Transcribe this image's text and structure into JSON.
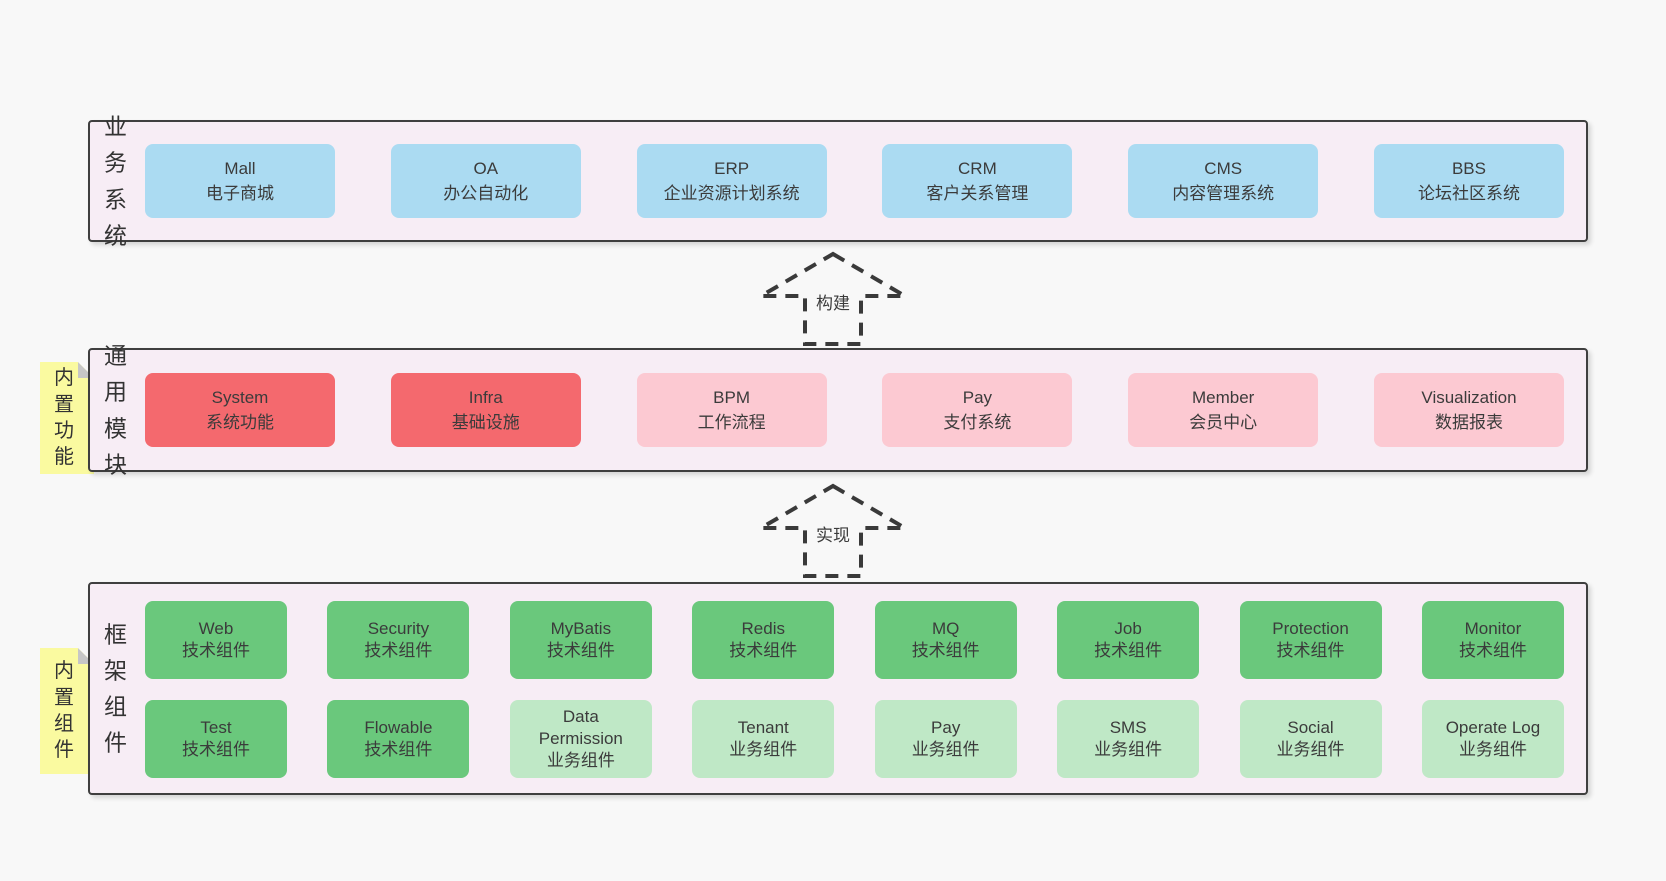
{
  "page": {
    "background": "#f8f8f8"
  },
  "colors": {
    "panel_bg": "#f7edf5",
    "panel_border": "#3f3f3f",
    "blue": "#abdbf2",
    "red": "#f4696e",
    "pink": "#fcc9d2",
    "tech_green": "#6ac87c",
    "biz_green": "#bfe8c6",
    "sticky_yellow": "#fafaa0",
    "fold_gray": "#c6c6c6",
    "text": "#3b3b3b"
  },
  "sections": {
    "business": {
      "label": "业务系统",
      "boxes": [
        {
          "name": "Mall",
          "desc": "电子商城",
          "variant": "blue"
        },
        {
          "name": "OA",
          "desc": "办公自动化",
          "variant": "blue"
        },
        {
          "name": "ERP",
          "desc": "企业资源计划系统",
          "variant": "blue"
        },
        {
          "name": "CRM",
          "desc": "客户关系管理",
          "variant": "blue"
        },
        {
          "name": "CMS",
          "desc": "内容管理系统",
          "variant": "blue"
        },
        {
          "name": "BBS",
          "desc": "论坛社区系统",
          "variant": "blue"
        }
      ]
    },
    "arrow_build": {
      "label": "构建"
    },
    "modules": {
      "sticky": "内置功能",
      "label": "通用模块",
      "boxes": [
        {
          "name": "System",
          "desc": "系统功能",
          "variant": "red"
        },
        {
          "name": "Infra",
          "desc": "基础设施",
          "variant": "red"
        },
        {
          "name": "BPM",
          "desc": "工作流程",
          "variant": "pink"
        },
        {
          "name": "Pay",
          "desc": "支付系统",
          "variant": "pink"
        },
        {
          "name": "Member",
          "desc": "会员中心",
          "variant": "pink"
        },
        {
          "name": "Visualization",
          "desc": "数据报表",
          "variant": "pink"
        }
      ]
    },
    "arrow_implement": {
      "label": "实现"
    },
    "components": {
      "sticky": "内置组件",
      "label": "框架组件",
      "row1": [
        {
          "name": "Web",
          "desc": "技术组件",
          "variant": "tech"
        },
        {
          "name": "Security",
          "desc": "技术组件",
          "variant": "tech"
        },
        {
          "name": "MyBatis",
          "desc": "技术组件",
          "variant": "tech"
        },
        {
          "name": "Redis",
          "desc": "技术组件",
          "variant": "tech"
        },
        {
          "name": "MQ",
          "desc": "技术组件",
          "variant": "tech"
        },
        {
          "name": "Job",
          "desc": "技术组件",
          "variant": "tech"
        },
        {
          "name": "Protection",
          "desc": "技术组件",
          "variant": "tech"
        },
        {
          "name": "Monitor",
          "desc": "技术组件",
          "variant": "tech"
        }
      ],
      "row2": [
        {
          "name": "Test",
          "desc": "技术组件",
          "variant": "tech"
        },
        {
          "name": "Flowable",
          "desc": "技术组件",
          "variant": "tech"
        },
        {
          "name": "Data Permission",
          "desc": "业务组件",
          "variant": "biz"
        },
        {
          "name": "Tenant",
          "desc": "业务组件",
          "variant": "biz"
        },
        {
          "name": "Pay",
          "desc": "业务组件",
          "variant": "biz"
        },
        {
          "name": "SMS",
          "desc": "业务组件",
          "variant": "biz"
        },
        {
          "name": "Social",
          "desc": "业务组件",
          "variant": "biz"
        },
        {
          "name": "Operate Log",
          "desc": "业务组件",
          "variant": "biz"
        }
      ]
    }
  }
}
